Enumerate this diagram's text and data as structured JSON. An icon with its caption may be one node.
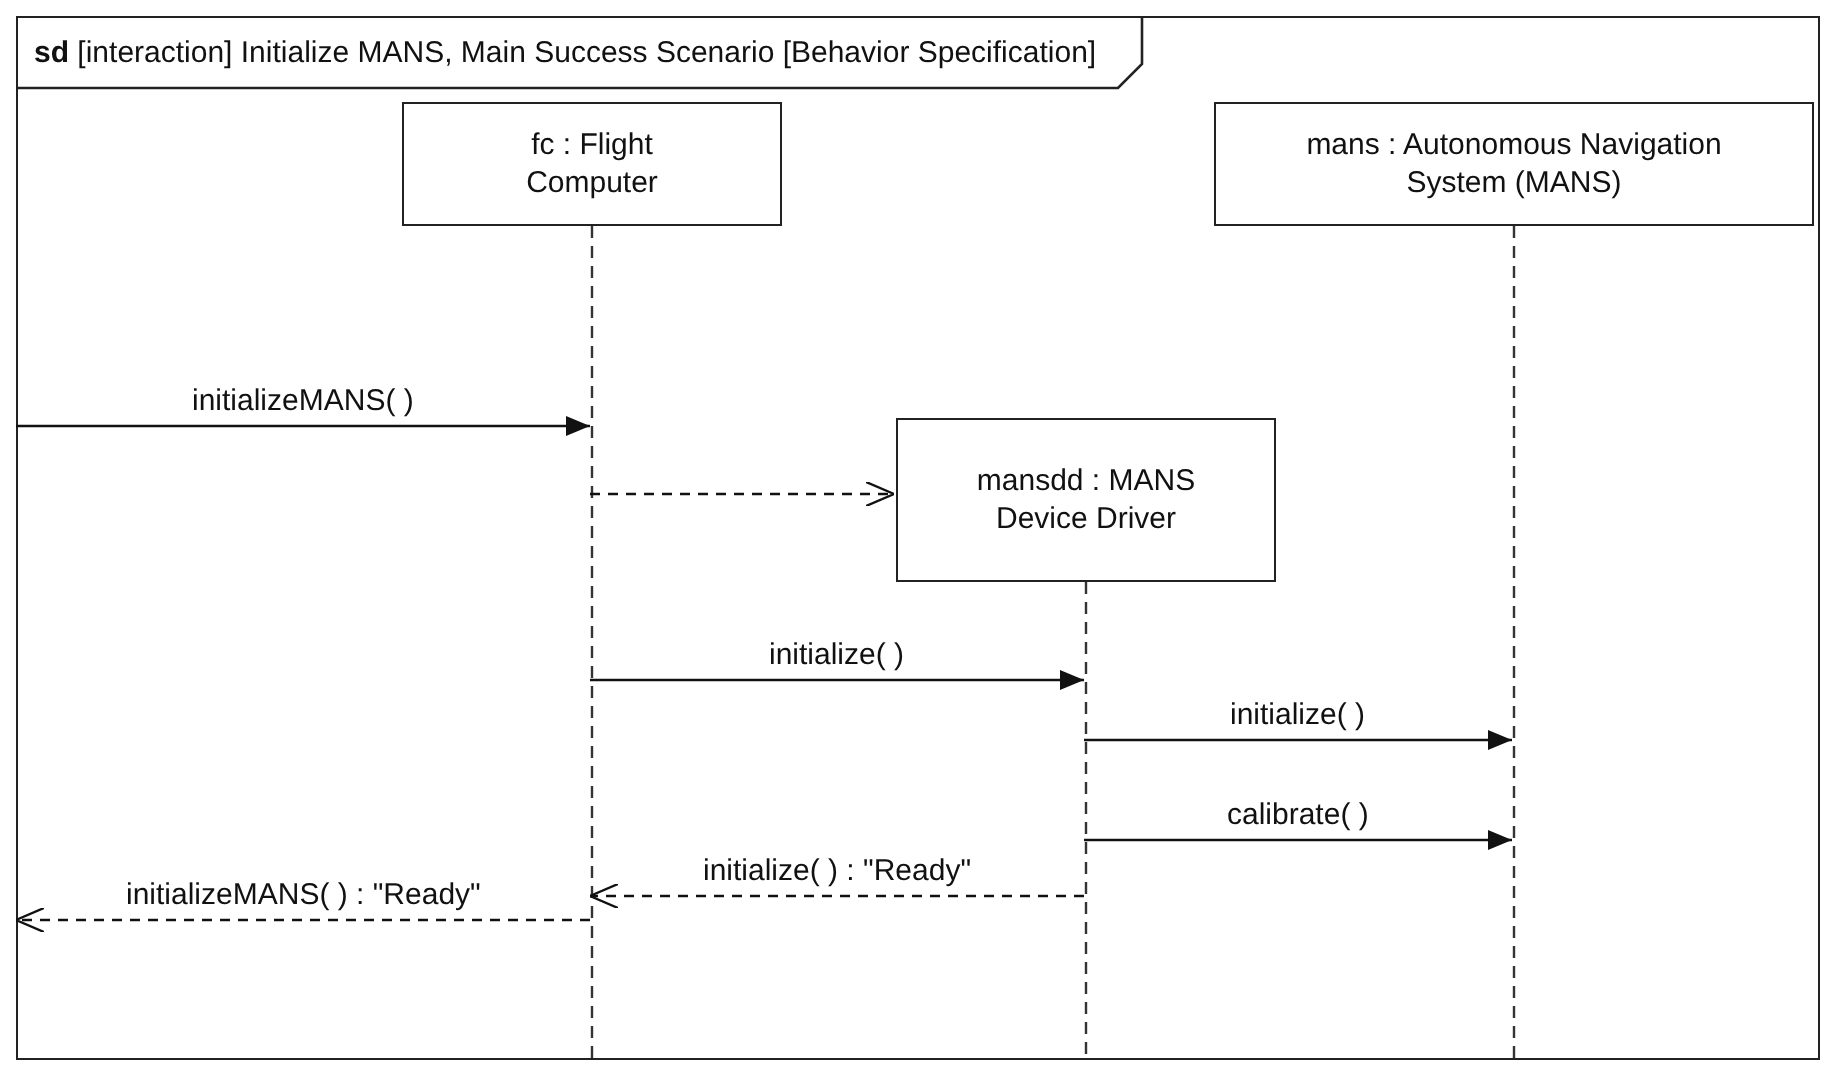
{
  "diagram": {
    "nodes": [
      {
        "text": [
          "**sd** [interaction] Initialize MANS, Main Success Scenario [Behavior Specification]"
        ]
      },
      {
        "text": [
          "fc : Flight Computer"
        ],
        "in": 0
      },
      {
        "text": [
          "mans : Autonomous Navigation System (MANS)"
        ],
        "in": 0
      },
      {
        "text": [
          "mansdd : MANS Device Driver"
        ],
        "in": 0
      }
    ],
    "edges": [
      {
        "from": null,
        "to": 1,
        "arrow": "to",
        "label": "initializeMANS( )"
      },
      {
        "from": 1,
        "to": 3,
        "arrow": "to",
        "style": "dashed"
      },
      {
        "from": 1,
        "to": 3,
        "arrow": "to",
        "label": "initialize( )"
      },
      {
        "from": 3,
        "to": 2,
        "arrow": "to",
        "label": "initialize( )"
      },
      {
        "from": 3,
        "to": 2,
        "arrow": "to",
        "label": "calibrate( )"
      },
      {
        "from": 3,
        "to": 1,
        "arrow": "to",
        "label": "initialize( ) : \"Ready\"",
        "style": "dashed"
      },
      {
        "from": 1,
        "to": null,
        "arrow": "to",
        "label": "initializeMANS( ) : \"Ready\"",
        "style": "dashed"
      }
    ]
  }
}
